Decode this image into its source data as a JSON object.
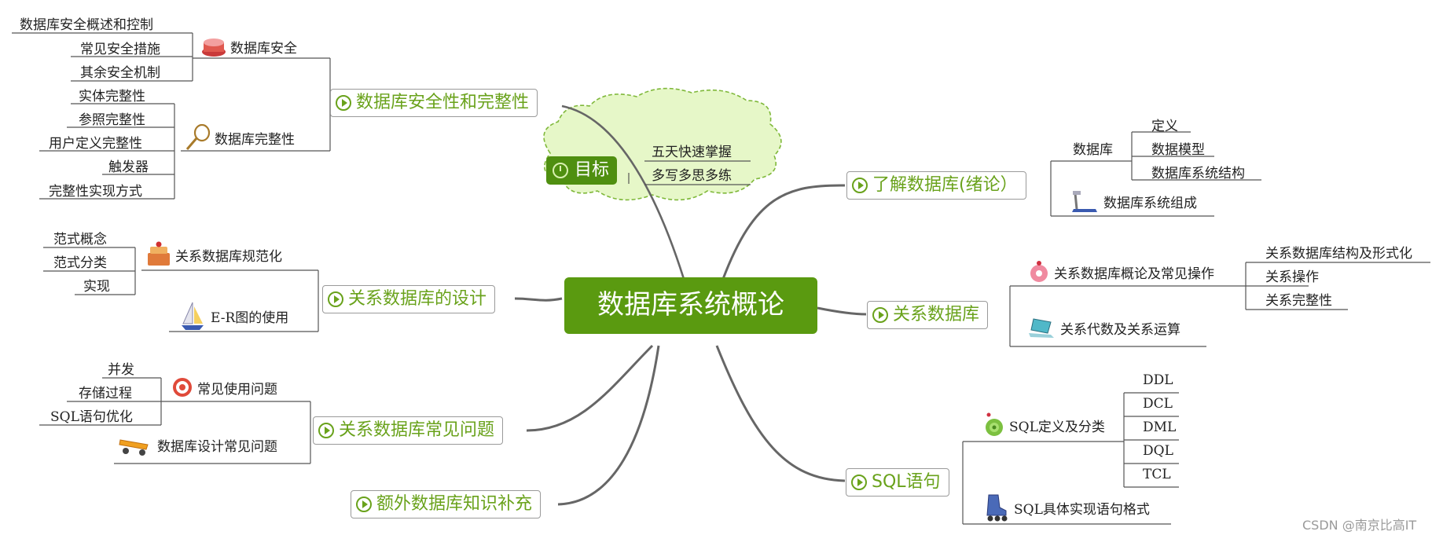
{
  "center": {
    "title": "数据库系统概论"
  },
  "goal": {
    "label": "目标",
    "items": [
      "五天快速掌握",
      "多写多思多练"
    ]
  },
  "branches": {
    "security": {
      "title": "数据库安全性和完整性",
      "sec_group": {
        "label": "数据库安全",
        "items": [
          "数据库安全概述和控制",
          "常见安全措施",
          "其余安全机制"
        ]
      },
      "int_group": {
        "label": "数据库完整性",
        "items": [
          "实体完整性",
          "参照完整性",
          "用户定义完整性",
          "触发器",
          "完整性实现方式"
        ]
      }
    },
    "design": {
      "title": "关系数据库的设计",
      "norm_group": {
        "label": "关系数据库规范化",
        "items": [
          "范式概念",
          "范式分类",
          "实现"
        ]
      },
      "er_group": {
        "label": "E-R图的使用"
      }
    },
    "problems": {
      "title": "关系数据库常见问题",
      "use_group": {
        "label": "常见使用问题",
        "items": [
          "并发",
          "存储过程",
          "SQL语句优化"
        ]
      },
      "design_group": {
        "label": "数据库设计常见问题"
      }
    },
    "extra": {
      "title": "额外数据库知识补充"
    },
    "intro": {
      "title": "了解数据库(绪论）",
      "db_group": {
        "label": "数据库",
        "items": [
          "定义",
          "数据模型",
          "数据库系统结构"
        ]
      },
      "sys_group": {
        "label": "数据库系统组成"
      }
    },
    "relational": {
      "title": "关系数据库",
      "ops_group": {
        "label": "关系数据库概论及常见操作",
        "items": [
          "关系数据库结构及形式化",
          "关系操作",
          "关系完整性"
        ]
      },
      "alg_group": {
        "label": "关系代数及关系运算"
      }
    },
    "sql": {
      "title": "SQL语句",
      "def_group": {
        "label": "SQL定义及分类",
        "items": [
          "DDL",
          "DCL",
          "DML",
          "DQL",
          "TCL"
        ]
      },
      "impl_group": {
        "label": "SQL具体实现语句格式"
      }
    }
  },
  "watermark": "CSDN @南京比高IT",
  "colors": {
    "accent": "#69a21b",
    "center_bg": "#5a9a10",
    "goal_cloud": "#e6f7c8",
    "line": "#555555"
  }
}
